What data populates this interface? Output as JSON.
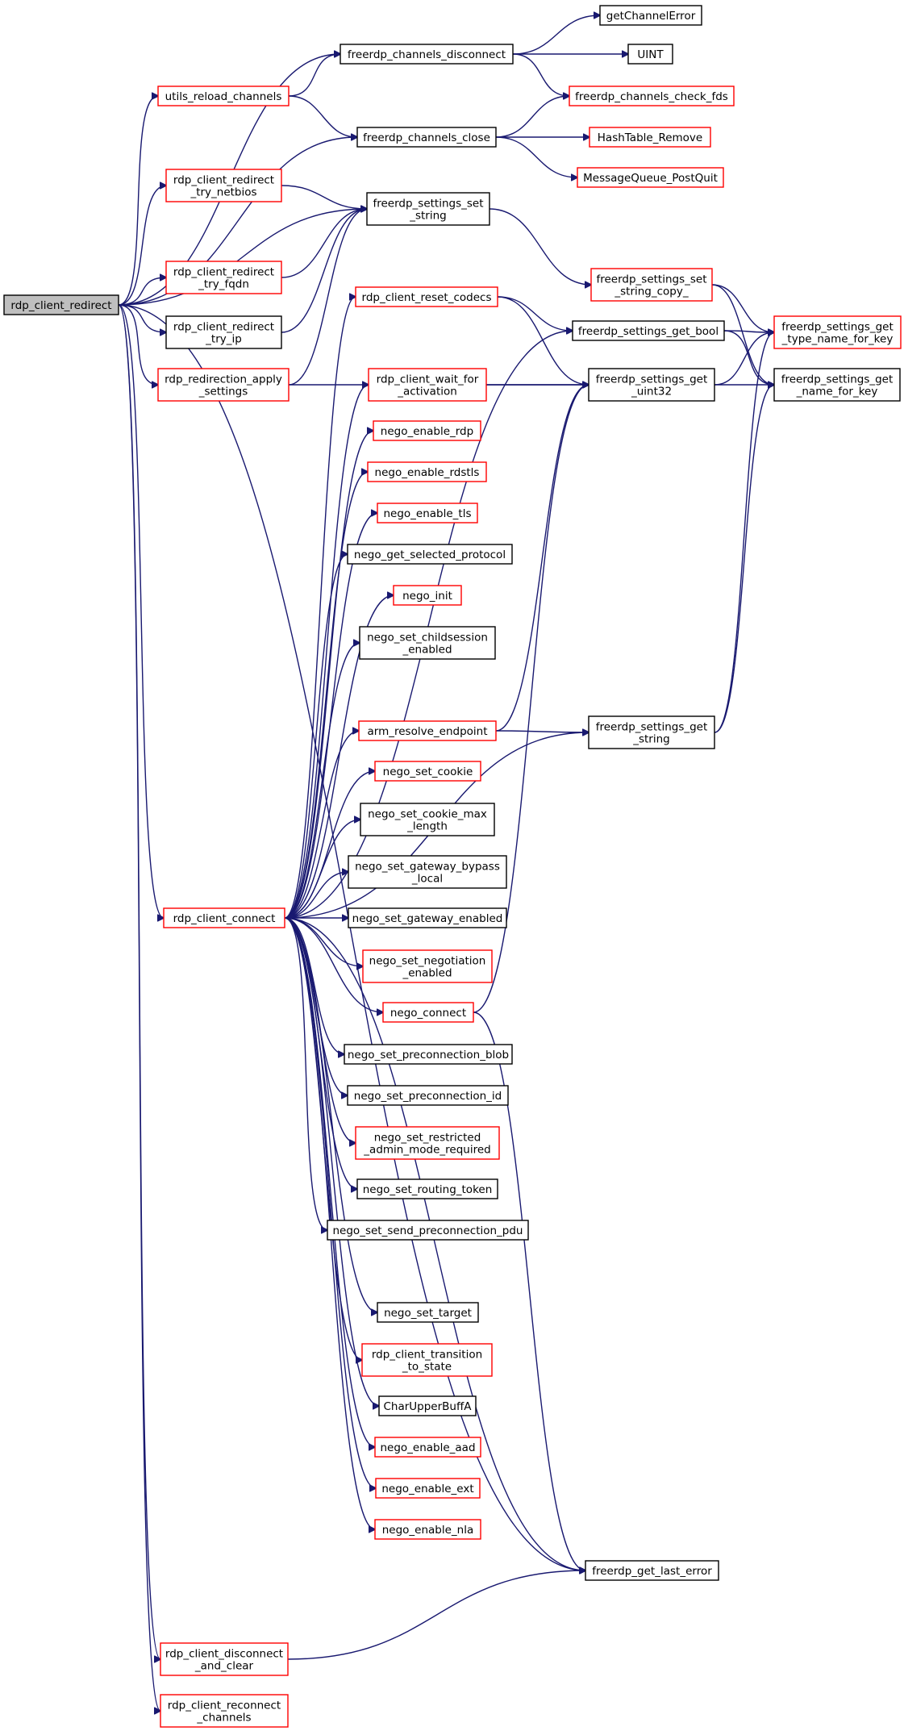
{
  "colors": {
    "edge": "#191970",
    "root_fill": "#bfbfbf",
    "root_border": "#000000",
    "normal_border": "#000000",
    "red_border": "#ff0000",
    "node_fill": "#ffffff"
  },
  "nodes": [
    {
      "id": "rdp_client_redirect",
      "lines": [
        "rdp_client_redirect"
      ],
      "style": "root"
    },
    {
      "id": "freerdp_channels_disconnect",
      "lines": [
        "freerdp_channels_disconnect"
      ],
      "style": "normal"
    },
    {
      "id": "utils_reload_channels",
      "lines": [
        "utils_reload_channels"
      ],
      "style": "red"
    },
    {
      "id": "freerdp_channels_close",
      "lines": [
        "freerdp_channels_close"
      ],
      "style": "normal"
    },
    {
      "id": "rdp_client_redirect_try_netbios",
      "lines": [
        "rdp_client_redirect",
        "_try_netbios"
      ],
      "style": "red"
    },
    {
      "id": "freerdp_settings_set_string",
      "lines": [
        "freerdp_settings_set",
        "_string"
      ],
      "style": "normal"
    },
    {
      "id": "rdp_client_redirect_try_fqdn",
      "lines": [
        "rdp_client_redirect",
        "_try_fqdn"
      ],
      "style": "red"
    },
    {
      "id": "rdp_client_redirect_try_ip",
      "lines": [
        "rdp_client_redirect",
        "_try_ip"
      ],
      "style": "normal"
    },
    {
      "id": "rdp_redirection_apply_settings",
      "lines": [
        "rdp_redirection_apply",
        "_settings"
      ],
      "style": "red"
    },
    {
      "id": "freerdp_settings_get_uint32",
      "lines": [
        "freerdp_settings_get",
        "_uint32"
      ],
      "style": "normal"
    },
    {
      "id": "rdp_client_connect",
      "lines": [
        "rdp_client_connect"
      ],
      "style": "red"
    },
    {
      "id": "freerdp_get_last_error",
      "lines": [
        "freerdp_get_last_error"
      ],
      "style": "normal"
    },
    {
      "id": "rdp_client_disconnect_and_clear",
      "lines": [
        "rdp_client_disconnect",
        "_and_clear"
      ],
      "style": "red"
    },
    {
      "id": "rdp_client_reconnect_channels",
      "lines": [
        "rdp_client_reconnect",
        "_channels"
      ],
      "style": "red"
    },
    {
      "id": "getChannelError",
      "lines": [
        "getChannelError"
      ],
      "style": "normal"
    },
    {
      "id": "UINT",
      "lines": [
        "UINT"
      ],
      "style": "normal"
    },
    {
      "id": "freerdp_channels_check_fds",
      "lines": [
        "freerdp_channels_check_fds"
      ],
      "style": "red"
    },
    {
      "id": "HashTable_Remove",
      "lines": [
        "HashTable_Remove"
      ],
      "style": "red"
    },
    {
      "id": "MessageQueue_PostQuit",
      "lines": [
        "MessageQueue_PostQuit"
      ],
      "style": "red"
    },
    {
      "id": "freerdp_settings_set_string_copy_",
      "lines": [
        "freerdp_settings_set",
        "_string_copy_"
      ],
      "style": "red"
    },
    {
      "id": "freerdp_settings_get_type_name_for_key",
      "lines": [
        "freerdp_settings_get",
        "_type_name_for_key"
      ],
      "style": "red"
    },
    {
      "id": "freerdp_settings_get_name_for_key",
      "lines": [
        "freerdp_settings_get",
        "_name_for_key"
      ],
      "style": "normal"
    },
    {
      "id": "freerdp_settings_get_bool",
      "lines": [
        "freerdp_settings_get_bool"
      ],
      "style": "normal"
    },
    {
      "id": "rdp_client_reset_codecs",
      "lines": [
        "rdp_client_reset_codecs"
      ],
      "style": "red"
    },
    {
      "id": "rdp_client_wait_for_activation",
      "lines": [
        "rdp_client_wait_for",
        "_activation"
      ],
      "style": "red"
    },
    {
      "id": "nego_enable_rdp",
      "lines": [
        "nego_enable_rdp"
      ],
      "style": "red"
    },
    {
      "id": "nego_enable_rdstls",
      "lines": [
        "nego_enable_rdstls"
      ],
      "style": "red"
    },
    {
      "id": "nego_enable_tls",
      "lines": [
        "nego_enable_tls"
      ],
      "style": "red"
    },
    {
      "id": "nego_get_selected_protocol",
      "lines": [
        "nego_get_selected_protocol"
      ],
      "style": "normal"
    },
    {
      "id": "nego_init",
      "lines": [
        "nego_init"
      ],
      "style": "red"
    },
    {
      "id": "nego_set_childsession_enabled",
      "lines": [
        "nego_set_childsession",
        "_enabled"
      ],
      "style": "normal"
    },
    {
      "id": "arm_resolve_endpoint",
      "lines": [
        "arm_resolve_endpoint"
      ],
      "style": "red"
    },
    {
      "id": "freerdp_settings_get_string",
      "lines": [
        "freerdp_settings_get",
        "_string"
      ],
      "style": "normal"
    },
    {
      "id": "nego_set_cookie",
      "lines": [
        "nego_set_cookie"
      ],
      "style": "red"
    },
    {
      "id": "nego_set_cookie_max_length",
      "lines": [
        "nego_set_cookie_max",
        "_length"
      ],
      "style": "normal"
    },
    {
      "id": "nego_set_gateway_bypass_local",
      "lines": [
        "nego_set_gateway_bypass",
        "_local"
      ],
      "style": "normal"
    },
    {
      "id": "nego_set_gateway_enabled",
      "lines": [
        "nego_set_gateway_enabled"
      ],
      "style": "normal"
    },
    {
      "id": "nego_set_negotiation_enabled",
      "lines": [
        "nego_set_negotiation",
        "_enabled"
      ],
      "style": "red"
    },
    {
      "id": "nego_connect",
      "lines": [
        "nego_connect"
      ],
      "style": "red"
    },
    {
      "id": "nego_set_preconnection_blob",
      "lines": [
        "nego_set_preconnection_blob"
      ],
      "style": "normal"
    },
    {
      "id": "nego_set_preconnection_id",
      "lines": [
        "nego_set_preconnection_id"
      ],
      "style": "normal"
    },
    {
      "id": "nego_set_restricted_admin_mode_required",
      "lines": [
        "nego_set_restricted",
        "_admin_mode_required"
      ],
      "style": "red"
    },
    {
      "id": "nego_set_routing_token",
      "lines": [
        "nego_set_routing_token"
      ],
      "style": "normal"
    },
    {
      "id": "nego_set_send_preconnection_pdu",
      "lines": [
        "nego_set_send_preconnection_pdu"
      ],
      "style": "normal"
    },
    {
      "id": "nego_set_target",
      "lines": [
        "nego_set_target"
      ],
      "style": "normal"
    },
    {
      "id": "rdp_client_transition_to_state",
      "lines": [
        "rdp_client_transition",
        "_to_state"
      ],
      "style": "red"
    },
    {
      "id": "CharUpperBuffA",
      "lines": [
        "CharUpperBuffA"
      ],
      "style": "normal"
    },
    {
      "id": "nego_enable_aad",
      "lines": [
        "nego_enable_aad"
      ],
      "style": "red"
    },
    {
      "id": "nego_enable_ext",
      "lines": [
        "nego_enable_ext"
      ],
      "style": "red"
    },
    {
      "id": "nego_enable_nla",
      "lines": [
        "nego_enable_nla"
      ],
      "style": "red"
    }
  ],
  "edges": [
    [
      "rdp_client_redirect",
      "freerdp_channels_disconnect"
    ],
    [
      "rdp_client_redirect",
      "utils_reload_channels"
    ],
    [
      "rdp_client_redirect",
      "freerdp_channels_close"
    ],
    [
      "rdp_client_redirect",
      "rdp_client_redirect_try_netbios"
    ],
    [
      "rdp_client_redirect",
      "freerdp_settings_set_string"
    ],
    [
      "rdp_client_redirect",
      "rdp_client_redirect_try_fqdn"
    ],
    [
      "rdp_client_redirect",
      "rdp_client_redirect_try_ip"
    ],
    [
      "rdp_client_redirect",
      "rdp_redirection_apply_settings"
    ],
    [
      "rdp_client_redirect",
      "rdp_client_connect"
    ],
    [
      "rdp_client_redirect",
      "freerdp_get_last_error"
    ],
    [
      "rdp_client_redirect",
      "rdp_client_disconnect_and_clear"
    ],
    [
      "rdp_client_redirect",
      "rdp_client_reconnect_channels"
    ],
    [
      "freerdp_channels_disconnect",
      "getChannelError"
    ],
    [
      "freerdp_channels_disconnect",
      "UINT"
    ],
    [
      "freerdp_channels_disconnect",
      "freerdp_channels_check_fds"
    ],
    [
      "utils_reload_channels",
      "freerdp_channels_disconnect"
    ],
    [
      "utils_reload_channels",
      "freerdp_channels_close"
    ],
    [
      "freerdp_channels_close",
      "freerdp_channels_check_fds"
    ],
    [
      "freerdp_channels_close",
      "HashTable_Remove"
    ],
    [
      "freerdp_channels_close",
      "MessageQueue_PostQuit"
    ],
    [
      "rdp_client_redirect_try_netbios",
      "freerdp_settings_set_string"
    ],
    [
      "rdp_client_redirect_try_fqdn",
      "freerdp_settings_set_string"
    ],
    [
      "rdp_client_redirect_try_ip",
      "freerdp_settings_set_string"
    ],
    [
      "rdp_redirection_apply_settings",
      "freerdp_settings_set_string"
    ],
    [
      "rdp_redirection_apply_settings",
      "freerdp_settings_get_uint32"
    ],
    [
      "freerdp_settings_set_string",
      "freerdp_settings_set_string_copy_"
    ],
    [
      "freerdp_settings_set_string_copy_",
      "freerdp_settings_get_type_name_for_key"
    ],
    [
      "freerdp_settings_set_string_copy_",
      "freerdp_settings_get_name_for_key"
    ],
    [
      "freerdp_settings_get_bool",
      "freerdp_settings_get_type_name_for_key"
    ],
    [
      "freerdp_settings_get_bool",
      "freerdp_settings_get_name_for_key"
    ],
    [
      "freerdp_settings_get_uint32",
      "freerdp_settings_get_type_name_for_key"
    ],
    [
      "freerdp_settings_get_uint32",
      "freerdp_settings_get_name_for_key"
    ],
    [
      "freerdp_settings_get_string",
      "freerdp_settings_get_type_name_for_key"
    ],
    [
      "freerdp_settings_get_string",
      "freerdp_settings_get_name_for_key"
    ],
    [
      "rdp_client_reset_codecs",
      "freerdp_settings_get_bool"
    ],
    [
      "rdp_client_reset_codecs",
      "freerdp_settings_get_uint32"
    ],
    [
      "rdp_client_wait_for_activation",
      "freerdp_settings_get_uint32"
    ],
    [
      "arm_resolve_endpoint",
      "freerdp_settings_get_uint32"
    ],
    [
      "arm_resolve_endpoint",
      "freerdp_settings_get_string"
    ],
    [
      "nego_connect",
      "freerdp_settings_get_uint32"
    ],
    [
      "nego_connect",
      "freerdp_get_last_error"
    ],
    [
      "rdp_client_disconnect_and_clear",
      "freerdp_get_last_error"
    ],
    [
      "rdp_client_connect",
      "freerdp_settings_get_bool"
    ],
    [
      "rdp_client_connect",
      "freerdp_settings_get_string"
    ],
    [
      "rdp_client_connect",
      "freerdp_get_last_error"
    ],
    [
      "rdp_client_connect",
      "rdp_client_reset_codecs"
    ],
    [
      "rdp_client_connect",
      "rdp_client_wait_for_activation"
    ],
    [
      "rdp_client_connect",
      "nego_enable_rdp"
    ],
    [
      "rdp_client_connect",
      "nego_enable_rdstls"
    ],
    [
      "rdp_client_connect",
      "nego_enable_tls"
    ],
    [
      "rdp_client_connect",
      "nego_get_selected_protocol"
    ],
    [
      "rdp_client_connect",
      "nego_init"
    ],
    [
      "rdp_client_connect",
      "nego_set_childsession_enabled"
    ],
    [
      "rdp_client_connect",
      "arm_resolve_endpoint"
    ],
    [
      "rdp_client_connect",
      "nego_set_cookie"
    ],
    [
      "rdp_client_connect",
      "nego_set_cookie_max_length"
    ],
    [
      "rdp_client_connect",
      "nego_set_gateway_bypass_local"
    ],
    [
      "rdp_client_connect",
      "nego_set_gateway_enabled"
    ],
    [
      "rdp_client_connect",
      "nego_set_negotiation_enabled"
    ],
    [
      "rdp_client_connect",
      "nego_connect"
    ],
    [
      "rdp_client_connect",
      "nego_set_preconnection_blob"
    ],
    [
      "rdp_client_connect",
      "nego_set_preconnection_id"
    ],
    [
      "rdp_client_connect",
      "nego_set_restricted_admin_mode_required"
    ],
    [
      "rdp_client_connect",
      "nego_set_routing_token"
    ],
    [
      "rdp_client_connect",
      "nego_set_send_preconnection_pdu"
    ],
    [
      "rdp_client_connect",
      "nego_set_target"
    ],
    [
      "rdp_client_connect",
      "rdp_client_transition_to_state"
    ],
    [
      "rdp_client_connect",
      "CharUpperBuffA"
    ],
    [
      "rdp_client_connect",
      "nego_enable_aad"
    ],
    [
      "rdp_client_connect",
      "nego_enable_ext"
    ],
    [
      "rdp_client_connect",
      "nego_enable_nla"
    ]
  ]
}
